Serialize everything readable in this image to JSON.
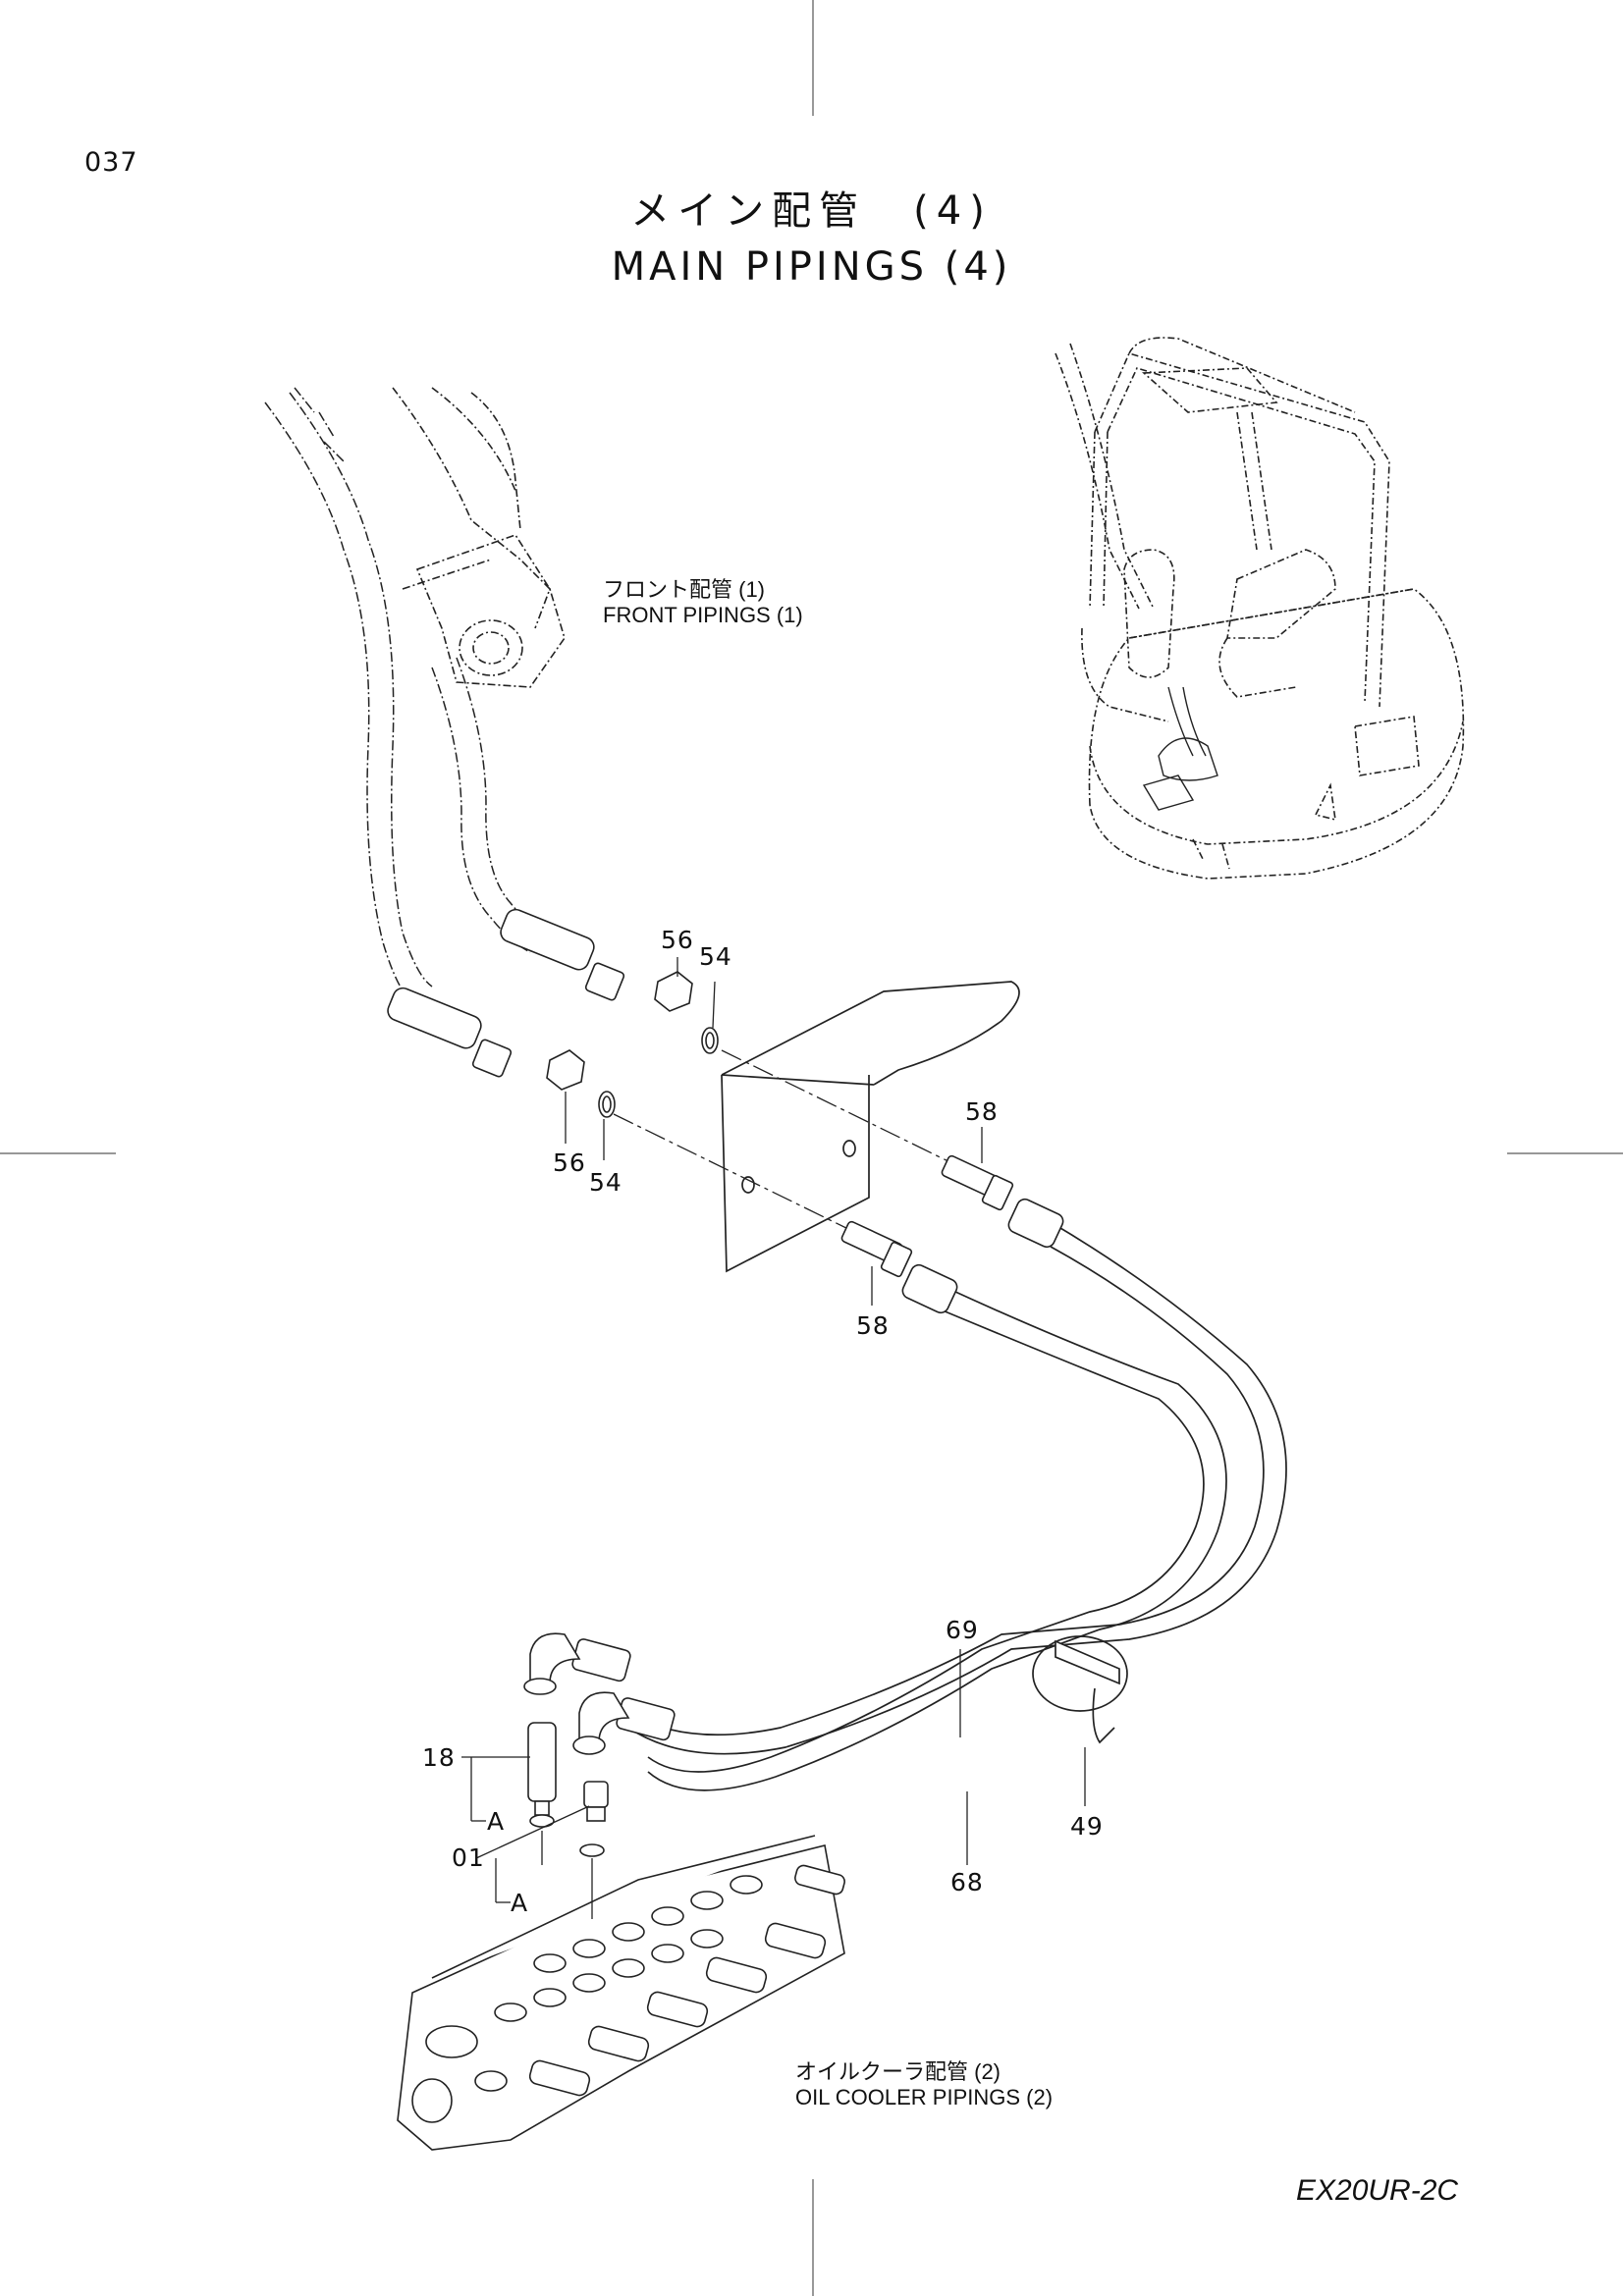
{
  "page": {
    "number": "037",
    "title_jp": "メイン配管　(4)",
    "title_en": "MAIN PIPINGS (4)",
    "model": "EX20UR-2C"
  },
  "references": {
    "front_jp": "フロント配管 (1)",
    "front_en": "FRONT PIPINGS (1)",
    "oil_jp": "オイルクーラ配管 (2)",
    "oil_en": "OIL COOLER PIPINGS (2)"
  },
  "part_numbers": {
    "p56a": "56",
    "p54a": "54",
    "p56b": "56",
    "p54b": "54",
    "p58a": "58",
    "p58b": "58",
    "p69": "69",
    "p68": "68",
    "p49": "49",
    "p18": "18",
    "p01": "01",
    "a1": "A",
    "a2": "A"
  }
}
